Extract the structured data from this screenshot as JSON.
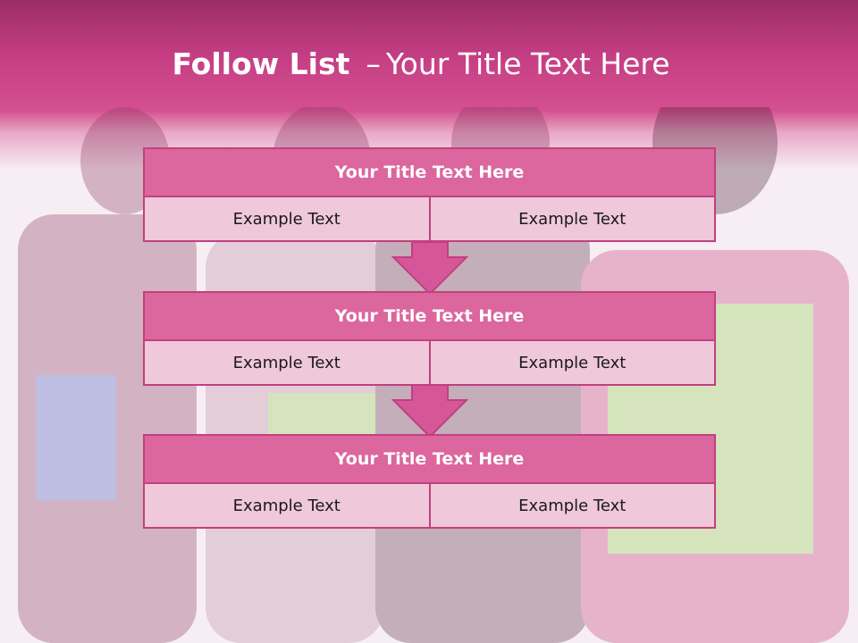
{
  "slide": {
    "title_bold": "Follow List",
    "title_rest": "Your Title Text Here",
    "dash": "–"
  },
  "colors": {
    "header_dark": "#9a2e64",
    "header_pink": "#d4508f",
    "title_bar": "#dc669e",
    "cell_fill": "#efc8d9",
    "border": "#c2407f",
    "arrow": "#d6569a"
  },
  "blocks": [
    {
      "title": "Your Title Text Here",
      "left": "Example Text",
      "right": "Example Text"
    },
    {
      "title": "Your Title Text Here",
      "left": "Example Text",
      "right": "Example Text"
    },
    {
      "title": "Your Title Text Here",
      "left": "Example Text",
      "right": "Example Text"
    }
  ]
}
